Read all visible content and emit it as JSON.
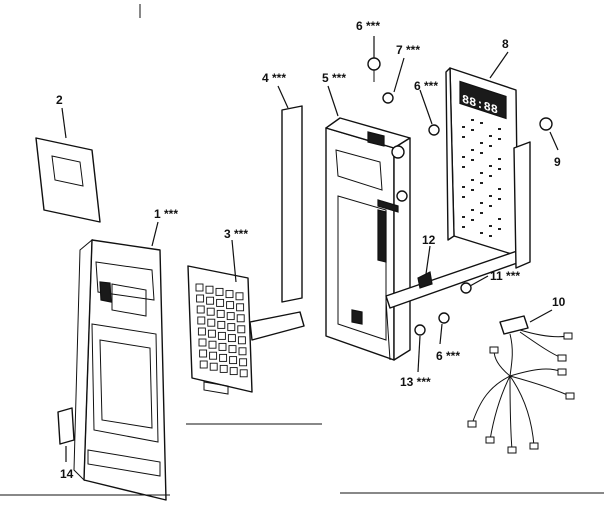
{
  "callouts": [
    {
      "id": "c1",
      "text": "1 ***"
    },
    {
      "id": "c2",
      "text": "2"
    },
    {
      "id": "c3",
      "text": "3 ***"
    },
    {
      "id": "c4",
      "text": "4 ***"
    },
    {
      "id": "c5",
      "text": "5 ***"
    },
    {
      "id": "c6a",
      "text": "6 ***"
    },
    {
      "id": "c7",
      "text": "7 ***"
    },
    {
      "id": "c8",
      "text": "8"
    },
    {
      "id": "c6b",
      "text": "6 ***"
    },
    {
      "id": "c9",
      "text": "9"
    },
    {
      "id": "c12",
      "text": "12"
    },
    {
      "id": "c11",
      "text": "11 ***"
    },
    {
      "id": "c10",
      "text": "10"
    },
    {
      "id": "c6c",
      "text": "6 ***"
    },
    {
      "id": "c13",
      "text": "13 ***"
    },
    {
      "id": "c14",
      "text": "14"
    }
  ],
  "display_text": "88:88"
}
